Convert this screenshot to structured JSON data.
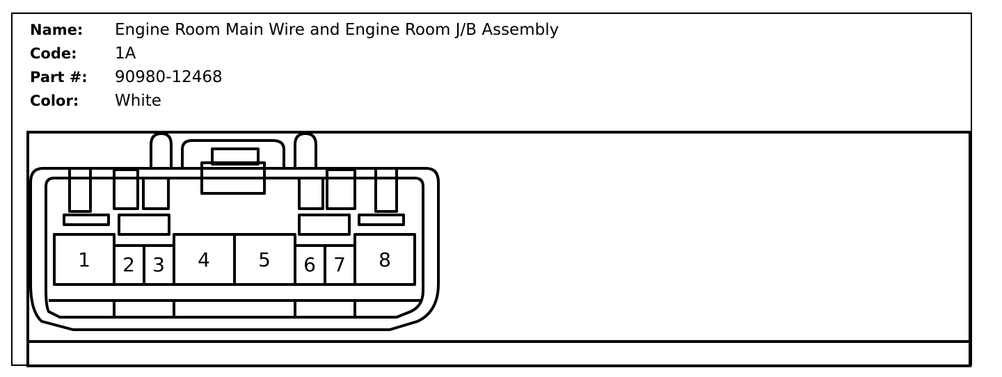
{
  "header": {
    "name_label": "Name:",
    "name_value": "Engine Room Main Wire and Engine Room J/B Assembly",
    "code_label": "Code:",
    "code_value": "1A",
    "part_label": "Part #:",
    "part_value": "90980-12468",
    "color_label": "Color:",
    "color_value": "White"
  },
  "connector": {
    "pins": [
      "1",
      "2",
      "3",
      "4",
      "5",
      "6",
      "7",
      "8"
    ]
  }
}
